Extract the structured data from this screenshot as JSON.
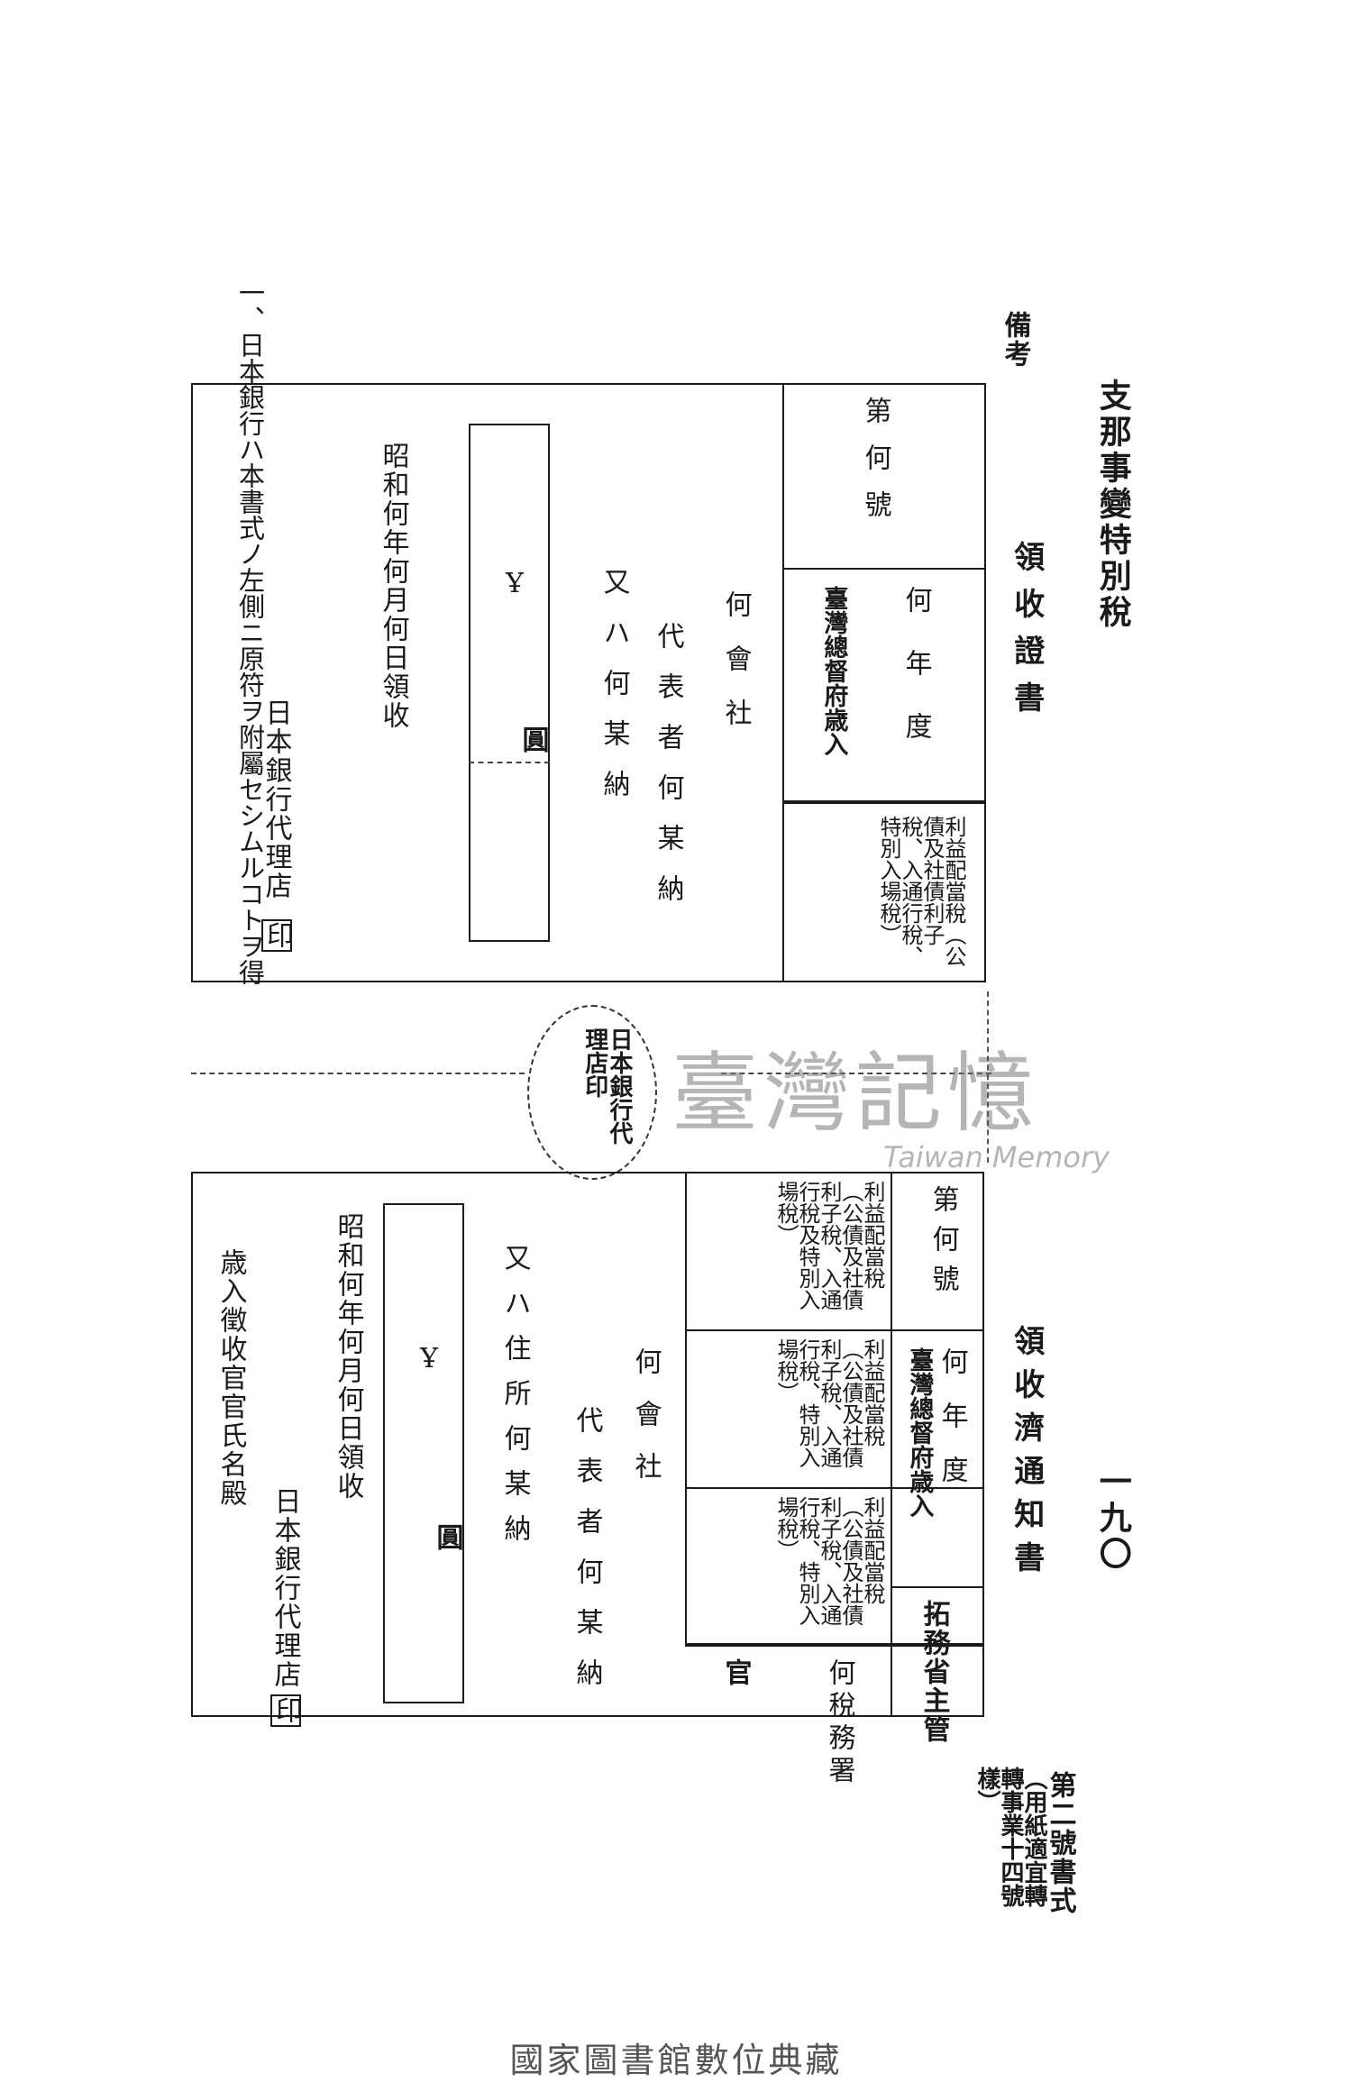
{
  "running_header": "支那事變特別稅",
  "page_number": "一九〇",
  "notes": {
    "label": "備考",
    "item": "一、日本銀行ハ本書式ノ左側ニ原符ヲ附屬セシムルコトヲ得"
  },
  "receipt": {
    "title": "領收證書",
    "number": "第何號",
    "year": "何年度",
    "office": "臺灣總督府歳入",
    "tax": "利益配當稅（公債及社債利子稅、入通行稅、特別入場稅）",
    "company": "何會社",
    "rep": "代表者何某納",
    "alt": "又ハ何某納",
    "amount": "Ұ",
    "yen": "圓",
    "date": "昭和何年何月何日領收",
    "bank": "日本銀行代理店",
    "seal": "印"
  },
  "stamp_text": "日本銀行代理店印",
  "notice": {
    "title": "領收濟通知書",
    "number": "第何號",
    "year": "何年度",
    "office": "臺灣總督府歳入",
    "ministry": "拓務省主管",
    "tax1": "利益配當稅（公債及社債利子稅、入通行稅及特別入場稅）",
    "tax2": "利益配當稅（公債及社債利子稅、入通行稅、特別入場稅）",
    "tax3": "利益配當稅（公債及社債利子稅、入通行稅、特別入場稅）",
    "office_name": "何稅務署",
    "official": "官",
    "company": "何會社",
    "rep": "代表者何某納",
    "alt": "又ハ住所何某納",
    "amount": "Ұ",
    "yen": "圓",
    "date": "昭和何年何月何日領收",
    "bank": "日本銀行代理店",
    "seal": "印",
    "officer": "歳入徵收官官氏名殿"
  },
  "form_label": {
    "line1": "第二號書式",
    "line2": "（用紙適宜轉轉事業十四號樣）"
  },
  "watermark": {
    "main": "臺灣記憶",
    "sub": "Taiwan Memory"
  },
  "footer": "國家圖書館數位典藏"
}
